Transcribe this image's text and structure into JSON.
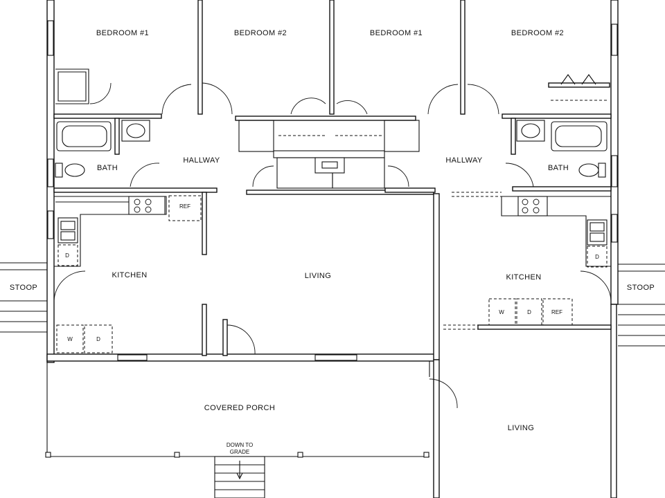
{
  "rooms": {
    "bedroom1_left": "BEDROOM #1",
    "bedroom2_left": "BEDROOM #2",
    "bedroom1_right": "BEDROOM #1",
    "bedroom2_right": "BEDROOM #2",
    "bath_left": "BATH",
    "bath_right": "BATH",
    "hallway_left": "HALLWAY",
    "hallway_right": "HALLWAY",
    "kitchen_left": "KITCHEN",
    "kitchen_right": "KITCHEN",
    "living_left": "LIVING",
    "living_right": "LIVING",
    "stoop_left": "STOOP",
    "stoop_right": "STOOP",
    "covered_porch": "COVERED PORCH",
    "down_to_grade_line1": "DOWN TO",
    "down_to_grade_line2": "GRADE"
  },
  "appliances": {
    "ref_left": "REF",
    "ref_right": "REF",
    "washer_left": "W",
    "dryer_left": "D",
    "washer_right": "W",
    "dryer_right": "D",
    "dishwasher_left": "D",
    "dishwasher_right": "D"
  },
  "colors": {
    "line": "#111111",
    "background": "#ffffff"
  }
}
